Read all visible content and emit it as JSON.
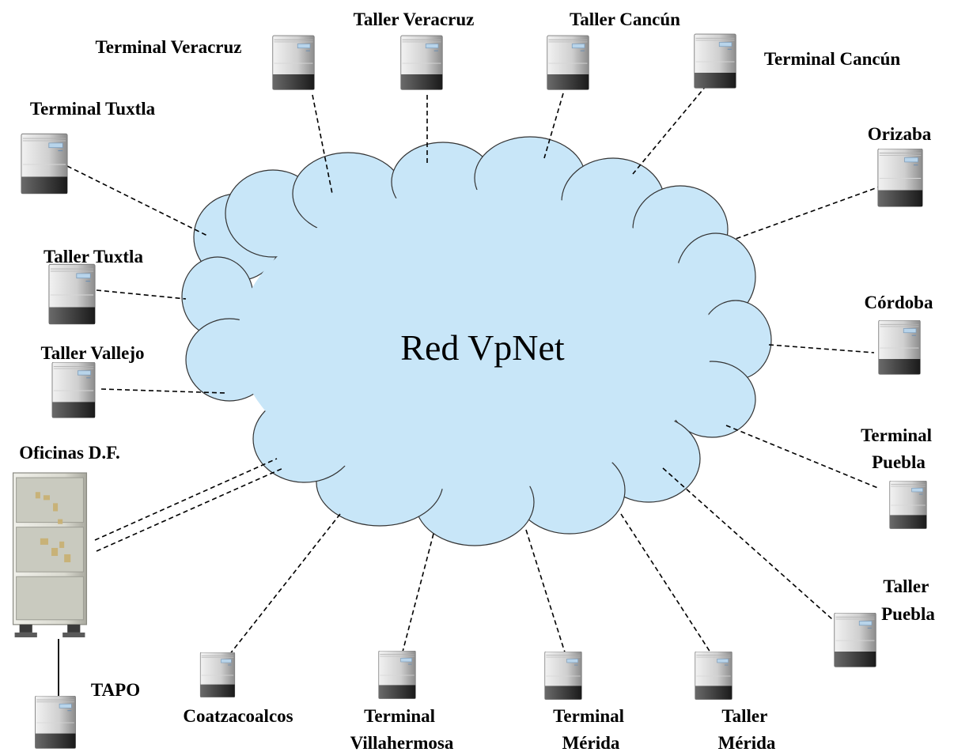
{
  "cloud": {
    "title": "Red VpNet"
  },
  "sites": {
    "terminal_veracruz": [
      "Terminal Veracruz"
    ],
    "taller_veracruz": [
      "Taller Veracruz"
    ],
    "taller_cancun": [
      "Taller Cancún"
    ],
    "terminal_cancun": [
      "Terminal Cancún"
    ],
    "terminal_tuxtla": [
      "Terminal Tuxtla"
    ],
    "orizaba": [
      "Orizaba"
    ],
    "taller_tuxtla": [
      "Taller Tuxtla"
    ],
    "cordoba": [
      "Córdoba"
    ],
    "taller_vallejo": [
      "Taller Vallejo"
    ],
    "oficinas_df": [
      "Oficinas D.F."
    ],
    "terminal_puebla": [
      "Terminal",
      "Puebla"
    ],
    "taller_puebla": [
      "Taller",
      "Puebla"
    ],
    "tapo": [
      "TAPO"
    ],
    "coatzacoalcos": [
      "Coatzacoalcos"
    ],
    "terminal_villahermosa": [
      "Terminal",
      "Villahermosa"
    ],
    "terminal_merida": [
      "Terminal",
      "Mérida"
    ],
    "taller_merida": [
      "Taller",
      "Mérida"
    ]
  }
}
